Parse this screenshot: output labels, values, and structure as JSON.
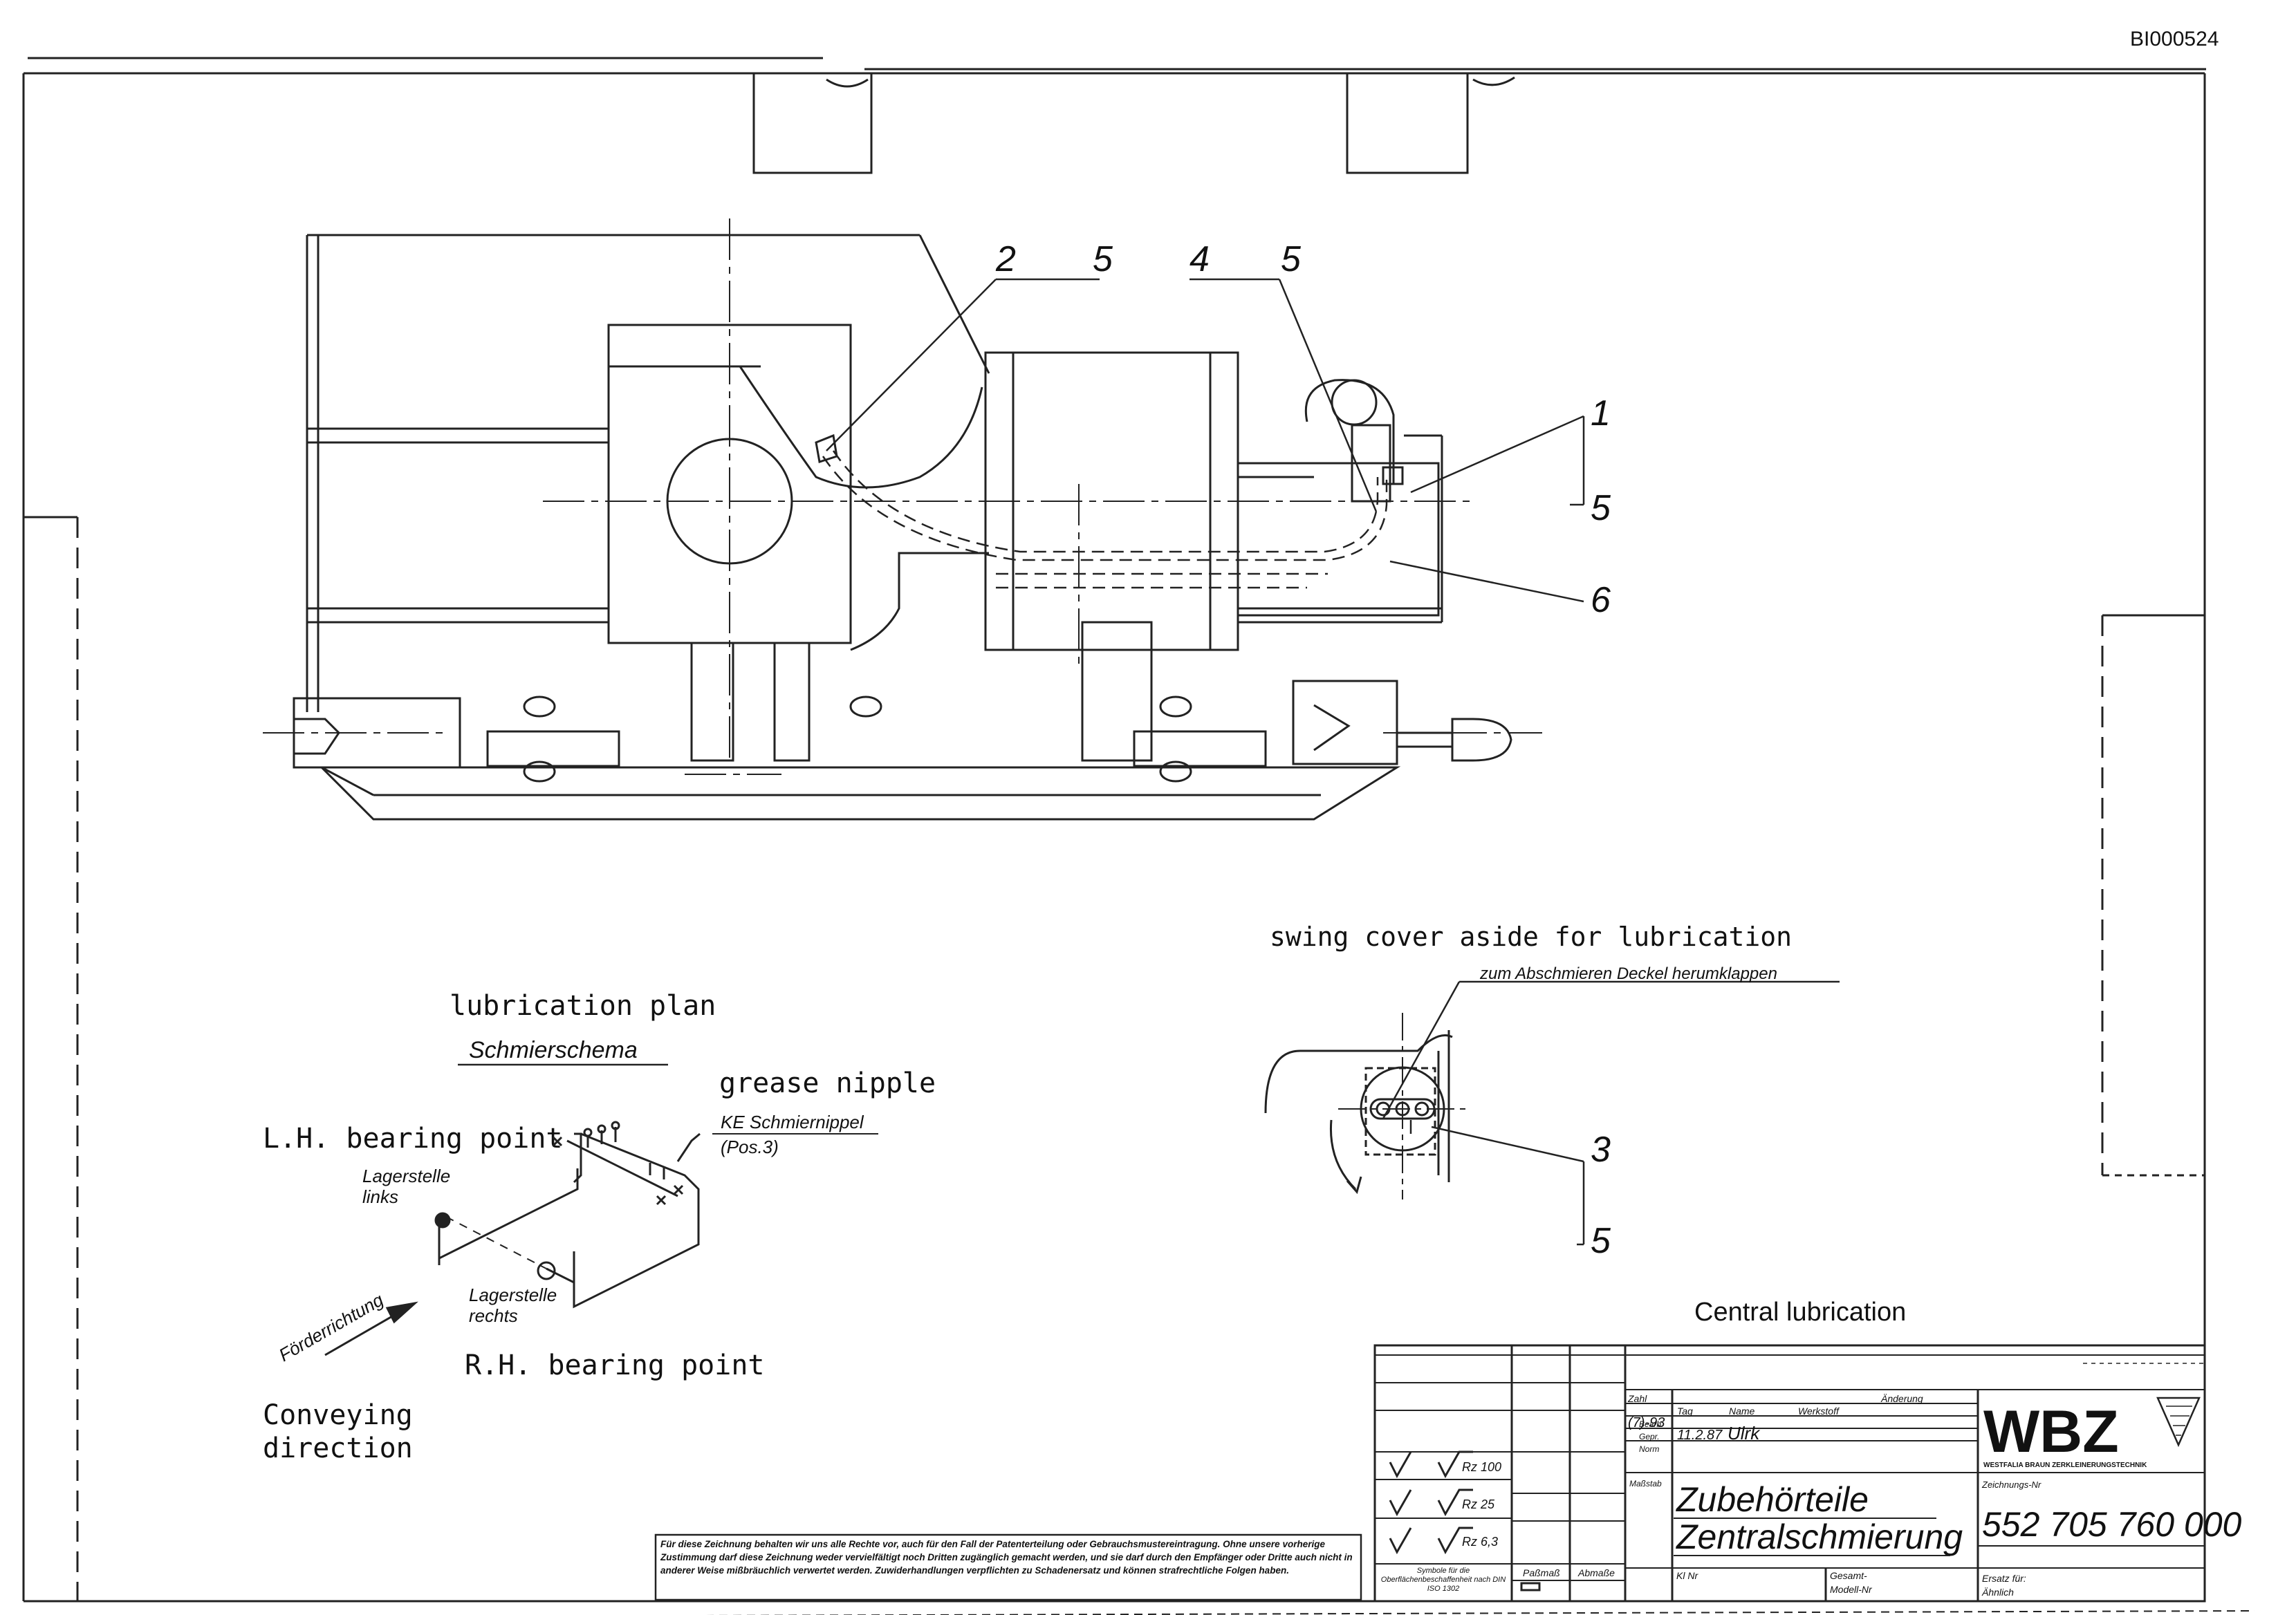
{
  "doc_id": "BI000524",
  "callouts": {
    "n1": "1",
    "n2": "2",
    "n3": "3",
    "n4": "4",
    "n5": "5",
    "n6": "6"
  },
  "labels": {
    "swing_cover_en": "swing cover aside for lubrication",
    "swing_cover_de": "zum Abschmieren Deckel herumklappen",
    "plan_en": "lubrication plan",
    "plan_de": "Schmierschema",
    "nipple_en": "grease nipple",
    "nipple_de": "KE Schmiernippel",
    "nipple_pos": "(Pos.3)",
    "lh_en": "L.H. bearing point",
    "lh_de_1": "Lagerstelle",
    "lh_de_2": "links",
    "rh_de_1": "Lagerstelle",
    "rh_de_2": "rechts",
    "rh_en": "R.H. bearing point",
    "conv_de": "Förderrichtung",
    "conv_en_1": "Conveying",
    "conv_en_2": "direction",
    "central_lub": "Central lubrication"
  },
  "title_block": {
    "company_logo": "WBZ",
    "company_name": "WESTFALIA BRAUN ZERKLEINERUNGSTECHNIK",
    "title_line1": "Zubehörteile",
    "title_line2": "Zentralschmierung",
    "drawing_no": "552 705 760 000",
    "hdr_zahl": "Zahl",
    "hdr_aenderung": "Änderung",
    "hdr_tag": "Tag",
    "hdr_name": "Name",
    "hdr_werkstoff": "Werkstoff",
    "row_bearb": "Bearb.",
    "row_gepr": "Gepr.",
    "row_norm": "Norm",
    "date": "11.2.87",
    "name": "Ulrk",
    "rev": "(7)-93",
    "hdr_zeichnungs_nr": "Zeichnungs-Nr",
    "hdr_modelnr": "Modell-Nr",
    "hdr_gesamt": "Gesamt-",
    "hdr_ersatz": "Ersatz für:",
    "hdr_ahnlich": "Ähnlich",
    "hdr_masstab": "Maßstab",
    "hdr_passmass": "Paßmaß",
    "hdr_abmasse": "Abmaße",
    "rz1": "Rz 100",
    "rz2": "Rz 25",
    "rz3": "Rz 6,3",
    "symbols_note": "Symbole für die Oberflächenbeschaffenheit nach DIN ISO 1302",
    "kl_nr": "Kl Nr",
    "copyright": "Für diese Zeichnung behalten wir uns alle Rechte vor, auch für den Fall der Patenterteilung oder Gebrauchsmustereintragung. Ohne unsere vorherige Zustimmung darf diese Zeichnung weder vervielfältigt noch Dritten zugänglich gemacht werden, und sie darf durch den Empfänger oder Dritte auch nicht in anderer Weise mißbräuchlich verwertet werden. Zuwiderhandlungen verpflichten zu Schadenersatz und können strafrechtliche Folgen haben."
  }
}
